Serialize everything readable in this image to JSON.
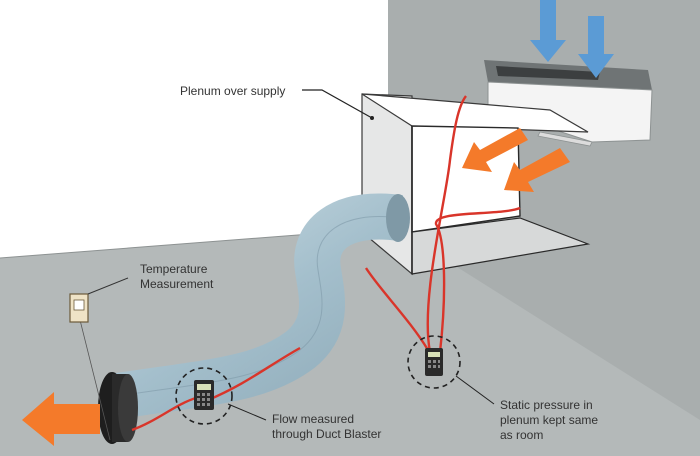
{
  "labels": {
    "plenum": "Plenum over supply",
    "temperature": [
      "Temperature",
      "Measurement"
    ],
    "flow": [
      "Flow measured",
      "through Duct Blaster"
    ],
    "static_pressure": [
      "Static pressure in",
      "plenum kept same",
      "as room"
    ]
  },
  "colors": {
    "wall": "#ffffff",
    "floor": "#b2b7b7",
    "back_wall": "#a9aeae",
    "duct": "#a9c3d0",
    "arrow_orange": "#f47a2a",
    "arrow_blue": "#5b9bd5",
    "tube_red": "#d9352a"
  },
  "icons": [
    "supply-air-arrow-icon",
    "exhaust-air-arrow-icon",
    "manometer-icon",
    "thermometer-icon"
  ]
}
